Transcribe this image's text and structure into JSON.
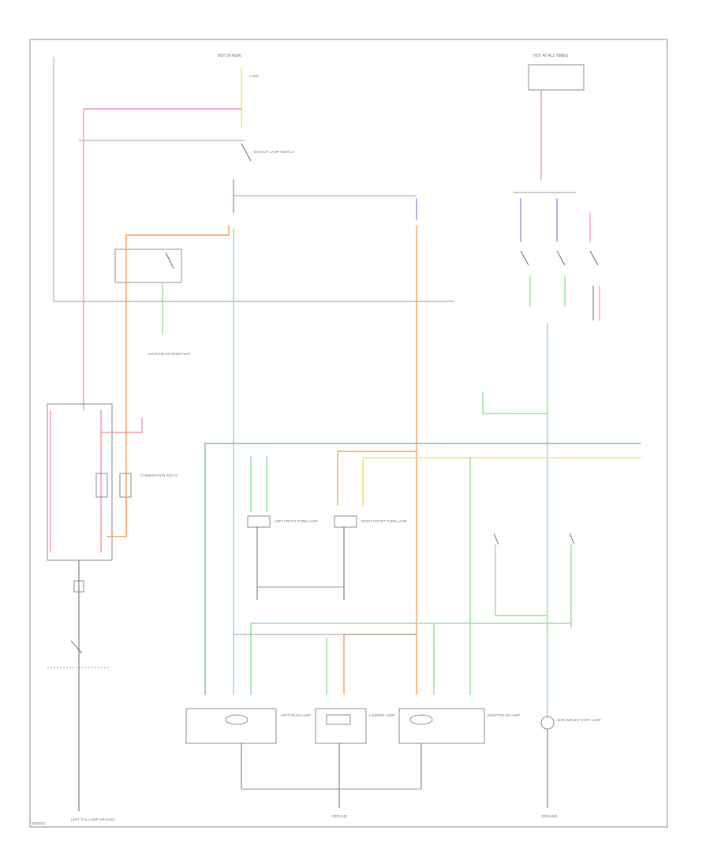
{
  "diagram": {
    "colors": {
      "red": "#f39aa0",
      "pink": "#f5a7b3",
      "orange": "#f2a25a",
      "yellow": "#eee06a",
      "green": "#8fe48f",
      "blue": "#7db7c7",
      "violet": "#9a8fe0",
      "frame": "#6e6e6e"
    },
    "labels": {
      "hot_in_run": "HOT IN RUN",
      "hot_at_all_times": "HOT AT ALL TIMES",
      "hot_at_all_times_2": "HOT AT ALL TIMES",
      "fuse": "FUSE",
      "backup_lamp_switch": "BACKUP LAMP SWITCH",
      "ground_distribution": "GROUND DISTRIBUTION",
      "combination_relay": "COMBINATION RELAY",
      "left_front_lamp": "LEFT FRONT TURN LAMP",
      "right_front_lamp": "RIGHT FRONT TURN LAMP",
      "left_rear_lamp": "LEFT REAR LAMP",
      "license_lamp": "LICENSE LAMP",
      "right_rear_lamp": "RIGHT REAR LAMP",
      "high_mount_lamp": "HIGH MOUNT STOP LAMP",
      "left_ground": "LEFT TAIL LAMP GROUND",
      "right_ground": "GROUND",
      "ground_center": "GROUND",
      "footer": "0000000"
    }
  }
}
